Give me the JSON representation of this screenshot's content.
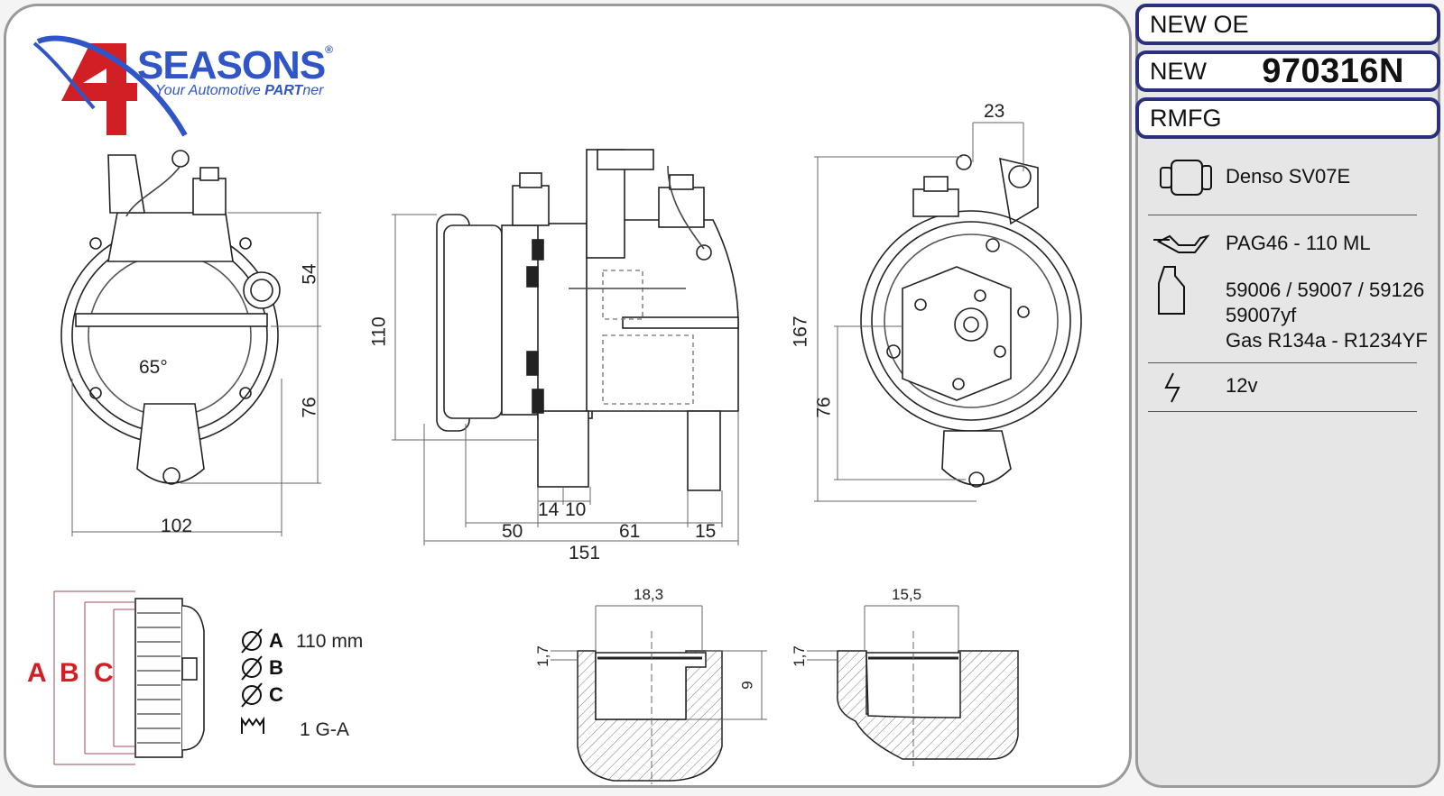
{
  "logo": {
    "number": "4",
    "brand": "SEASONS",
    "tagline_pre": "Your Automotive ",
    "tagline_bold": "PART",
    "tagline_post": "ner",
    "registered": "®"
  },
  "dimensions": {
    "front_height_upper": "54",
    "front_height_lower": "76",
    "front_width": "102",
    "front_angle": "65°",
    "side_height": "110",
    "side_w_14": "14",
    "side_w_10": "10",
    "side_w_50": "50",
    "side_w_61": "61",
    "side_w_15": "15",
    "side_total": "151",
    "rear_top": "23",
    "rear_height": "167",
    "rear_lower": "76"
  },
  "pulley": {
    "label_a": "A",
    "label_b": "B",
    "label_c": "C",
    "dia_a": "A",
    "dia_b": "B",
    "dia_c": "C",
    "dia_a_value": "110 mm",
    "groove": "1 G-A"
  },
  "ports": {
    "left_width": "18,3",
    "left_depth": "1,7",
    "left_height": "9",
    "right_width": "15,5",
    "right_depth": "1,7"
  },
  "oe": {
    "row1": "NEW OE",
    "row2_label": "NEW",
    "row2_number": "970316N",
    "row3": "RMFG"
  },
  "specs": [
    {
      "icon": "compressor-icon",
      "text": "Denso SV07E"
    },
    {
      "icon": "oil-can-icon",
      "text": "PAG46 - 110 ML"
    },
    {
      "icon": "bottle-icon",
      "lines": [
        "59006 / 59007 / 59126",
        "59007yf",
        "Gas R134a - R1234YF"
      ]
    },
    {
      "icon": "voltage-icon",
      "text": "12v"
    }
  ],
  "colors": {
    "accent_blue": "#2f55c7",
    "accent_red": "#d21f26",
    "box_border": "#2a2f7e"
  }
}
